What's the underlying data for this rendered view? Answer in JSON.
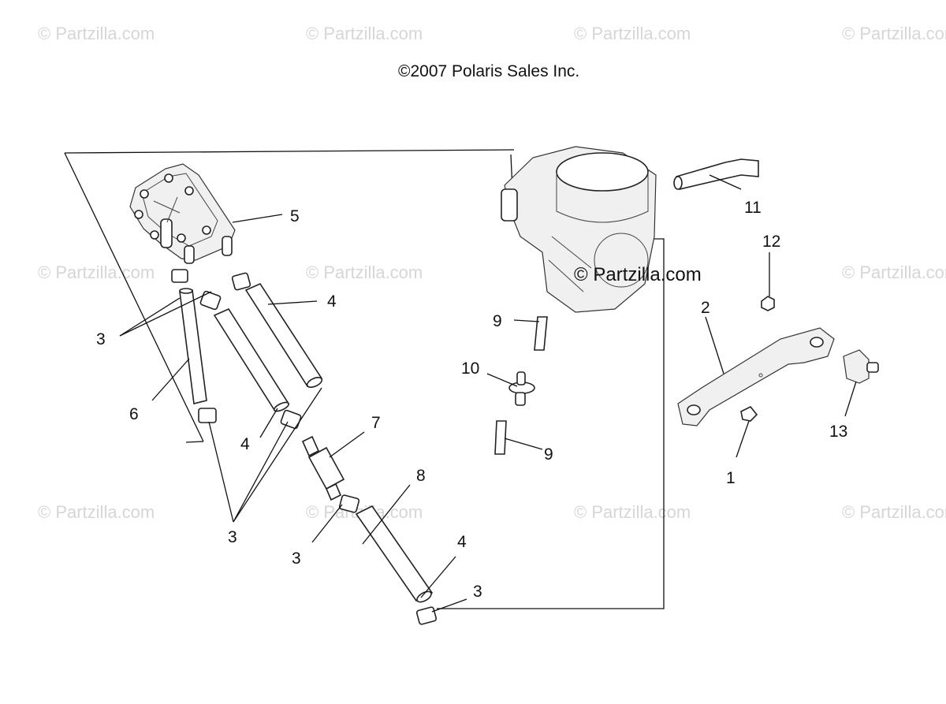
{
  "watermark": "© Partzilla.com",
  "copyright": "©2007 Polaris Sales Inc.",
  "callouts": {
    "c1": "1",
    "c2": "2",
    "c3": "3",
    "c4": "4",
    "c5": "5",
    "c6": "6",
    "c7": "7",
    "c8": "8",
    "c9": "9",
    "c10": "10",
    "c11": "11",
    "c12": "12",
    "c13": "13"
  },
  "colors": {
    "line": "#111111",
    "watermark": "#d6d6d6",
    "background": "#ffffff"
  }
}
